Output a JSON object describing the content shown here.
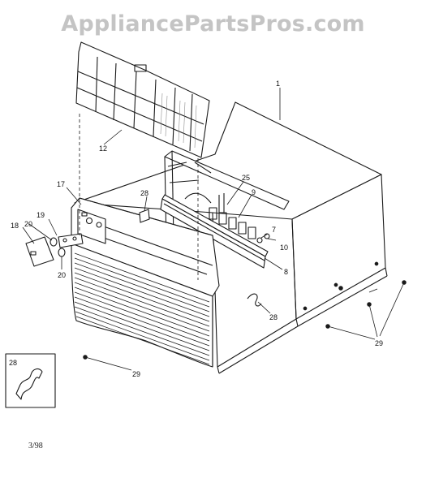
{
  "watermark": "AppliancePartsPros.com",
  "callouts": {
    "p1": "1",
    "p7": "7",
    "p8": "8",
    "p9": "9",
    "p10": "10",
    "p12": "12",
    "p17": "17",
    "p18": "18",
    "p19": "19",
    "p20a": "20",
    "p20b": "20",
    "p25": "25",
    "p28a": "28",
    "p28b": "28",
    "p28inset": "28",
    "p29a": "29",
    "p29b": "29"
  },
  "footer_code": "3/98"
}
